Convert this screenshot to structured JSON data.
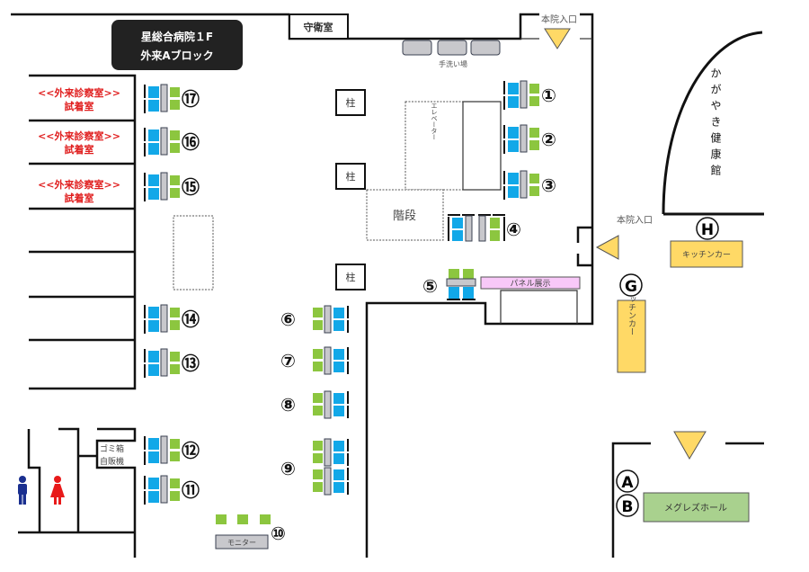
{
  "title": {
    "line1": "星総合病院１F",
    "line2": "外来Aブロック"
  },
  "rooms": {
    "guard_room": "守衛室",
    "handwash": "手洗い場",
    "pillar": "柱",
    "elevator": "エレベーター",
    "stairs": "階段",
    "panel_display": "パネル展示",
    "trash_vending_1": "ゴミ箱",
    "trash_vending_2": "自販機",
    "monitor": "モニター",
    "kagayaki": "かがやき健康館",
    "megrez_hall": "メグレズホール"
  },
  "exam_rooms": [
    {
      "line1": "<<外来診察室>>",
      "line2": "試着室"
    },
    {
      "line1": "<<外来診察室>>",
      "line2": "試着室"
    },
    {
      "line1": "<<外来診察室>>",
      "line2": "試着室"
    }
  ],
  "entrances": {
    "main_top": "本院入口",
    "main_side": "本院入口"
  },
  "kitchen_cars": {
    "h": "キッチンカー",
    "g": "キッチンカー"
  },
  "booths": [
    "①",
    "②",
    "③",
    "④",
    "⑤",
    "⑥",
    "⑦",
    "⑧",
    "⑨",
    "⑩",
    "⑪",
    "⑫",
    "⑬",
    "⑭",
    "⑮",
    "⑯",
    "⑰"
  ],
  "spot_labels": {
    "H": "H",
    "G": "G",
    "A": "A",
    "B": "B"
  },
  "colors": {
    "chair_blue": "#12a8e8",
    "chair_green": "#8cc63f",
    "kitchen": "#ffd966",
    "hall": "#a9d18e",
    "panel": "#f8c8f8",
    "title_bg": "#222222",
    "exam_text": "#e01e1e"
  }
}
